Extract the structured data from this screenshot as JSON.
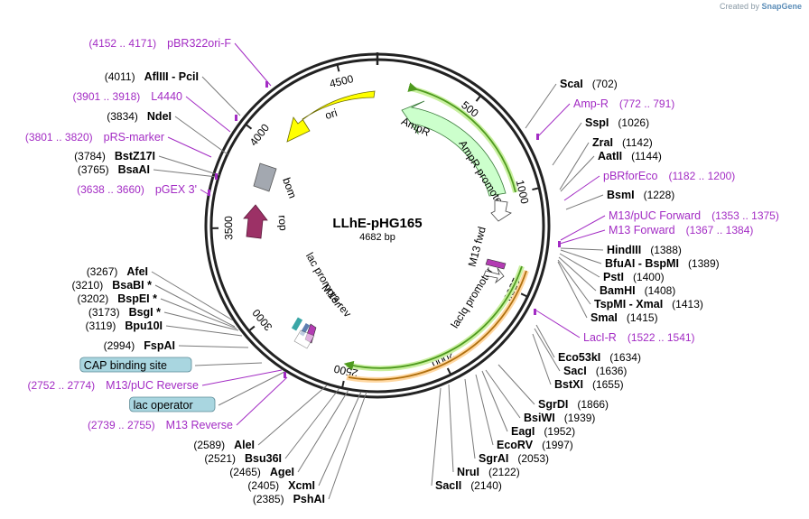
{
  "brand": {
    "prefix": "Created by",
    "name": "SnapGene"
  },
  "plasmid": {
    "name": "LLhE-pHG165",
    "length_label": "4682 bp",
    "length": 4682
  },
  "ticks": [
    {
      "label": "500",
      "bp": 500
    },
    {
      "label": "1000",
      "bp": 1000
    },
    {
      "label": "1500",
      "bp": 1500
    },
    {
      "label": "2000",
      "bp": 2000
    },
    {
      "label": "2500",
      "bp": 2500
    },
    {
      "label": "3000",
      "bp": 3000
    },
    {
      "label": "3500",
      "bp": 3500
    },
    {
      "label": "4000",
      "bp": 4000
    },
    {
      "label": "4500",
      "bp": 4500
    }
  ],
  "features": [
    {
      "label": "ori",
      "color": "#ffff00"
    },
    {
      "label": "AmpR",
      "color": "#ccffcc"
    },
    {
      "label": "AmpR promoter",
      "color": "#ffffff"
    },
    {
      "label": "bom",
      "color": "#a3a8b0"
    },
    {
      "label": "rop",
      "color": "#9c3166"
    },
    {
      "label": "lac promoter",
      "color": "#ffffff"
    },
    {
      "label": "lacIq promoter",
      "color": "#ffffff"
    },
    {
      "label": "M13 rev",
      "color": "#b33cb3"
    },
    {
      "label": "M13 fwd",
      "color": "#b33cb3"
    },
    {
      "label": "lac operator",
      "color": "#66a8bb"
    }
  ],
  "sites": [
    {
      "name": "ScaI",
      "pos": "(702)",
      "color": "#000000"
    },
    {
      "name": "Amp-R",
      "pos": "(772 .. 791)",
      "color": "#a32cc4"
    },
    {
      "name": "SspI",
      "pos": "(1026)",
      "color": "#000000"
    },
    {
      "name": "ZraI",
      "pos": "(1142)",
      "color": "#000000"
    },
    {
      "name": "AatII",
      "pos": "(1144)",
      "color": "#000000"
    },
    {
      "name": "pBRforEco",
      "pos": "(1182 .. 1200)",
      "color": "#a32cc4"
    },
    {
      "name": "BsmI",
      "pos": "(1228)",
      "color": "#000000"
    },
    {
      "name": "M13/pUC Forward",
      "pos": "(1353 .. 1375)",
      "color": "#a32cc4"
    },
    {
      "name": "M13 Forward",
      "pos": "(1367 .. 1384)",
      "color": "#a32cc4"
    },
    {
      "name": "HindIII",
      "pos": "(1388)",
      "color": "#000000"
    },
    {
      "name": "BfuAI - BspMI",
      "pos": "(1389)",
      "color": "#000000"
    },
    {
      "name": "PstI",
      "pos": "(1400)",
      "color": "#000000"
    },
    {
      "name": "BamHI",
      "pos": "(1408)",
      "color": "#000000"
    },
    {
      "name": "TspMI - XmaI",
      "pos": "(1413)",
      "color": "#000000"
    },
    {
      "name": "SmaI",
      "pos": "(1415)",
      "color": "#000000"
    },
    {
      "name": "LacI-R",
      "pos": "(1522 .. 1541)",
      "color": "#a32cc4"
    },
    {
      "name": "Eco53kI",
      "pos": "(1634)",
      "color": "#000000"
    },
    {
      "name": "SacI",
      "pos": "(1636)",
      "color": "#000000"
    },
    {
      "name": "BstXI",
      "pos": "(1655)",
      "color": "#000000"
    },
    {
      "name": "SgrDI",
      "pos": "(1866)",
      "color": "#000000"
    },
    {
      "name": "BsiWI",
      "pos": "(1939)",
      "color": "#000000"
    },
    {
      "name": "EagI",
      "pos": "(1952)",
      "color": "#000000"
    },
    {
      "name": "EcoRV",
      "pos": "(1997)",
      "color": "#000000"
    },
    {
      "name": "SgrAI",
      "pos": "(2053)",
      "color": "#000000"
    },
    {
      "name": "NruI",
      "pos": "(2122)",
      "color": "#000000"
    },
    {
      "name": "SacII",
      "pos": "(2140)",
      "color": "#000000"
    },
    {
      "name": "PshAI",
      "pos": "(2385)",
      "color": "#000000"
    },
    {
      "name": "XcmI",
      "pos": "(2405)",
      "color": "#000000"
    },
    {
      "name": "AgeI",
      "pos": "(2465)",
      "color": "#000000"
    },
    {
      "name": "Bsu36I",
      "pos": "(2521)",
      "color": "#000000"
    },
    {
      "name": "AleI",
      "pos": "(2589)",
      "color": "#000000"
    },
    {
      "name": "M13 Reverse",
      "pos": "(2739 .. 2755)",
      "color": "#a32cc4"
    },
    {
      "name": "lac operator",
      "pos": "",
      "color": "#000000"
    },
    {
      "name": "M13/pUC Reverse",
      "pos": "(2752 .. 2774)",
      "color": "#a32cc4"
    },
    {
      "name": "CAP binding site",
      "pos": "",
      "color": "#000000"
    },
    {
      "name": "FspAI",
      "pos": "(2994)",
      "color": "#000000"
    },
    {
      "name": "Bpu10I",
      "pos": "(3119)",
      "color": "#000000"
    },
    {
      "name": "BsgI *",
      "pos": "(3173)",
      "color": "#000000"
    },
    {
      "name": "BspEI *",
      "pos": "(3202)",
      "color": "#000000"
    },
    {
      "name": "BsaBI *",
      "pos": "(3210)",
      "color": "#000000"
    },
    {
      "name": "AfeI",
      "pos": "(3267)",
      "color": "#000000"
    },
    {
      "name": "pGEX 3'",
      "pos": "(3638 .. 3660)",
      "color": "#a32cc4"
    },
    {
      "name": "BsaAI",
      "pos": "(3765)",
      "color": "#000000"
    },
    {
      "name": "BstZ17I",
      "pos": "(3784)",
      "color": "#000000"
    },
    {
      "name": "pRS-marker",
      "pos": "(3801 .. 3820)",
      "color": "#a32cc4"
    },
    {
      "name": "NdeI",
      "pos": "(3834)",
      "color": "#000000"
    },
    {
      "name": "L4440",
      "pos": "(3901 .. 3918)",
      "color": "#a32cc4"
    },
    {
      "name": "AflIII - PciI",
      "pos": "(4011)",
      "color": "#000000"
    },
    {
      "name": "pBR322ori-F",
      "pos": "(4152 .. 4171)",
      "color": "#a32cc4"
    }
  ]
}
